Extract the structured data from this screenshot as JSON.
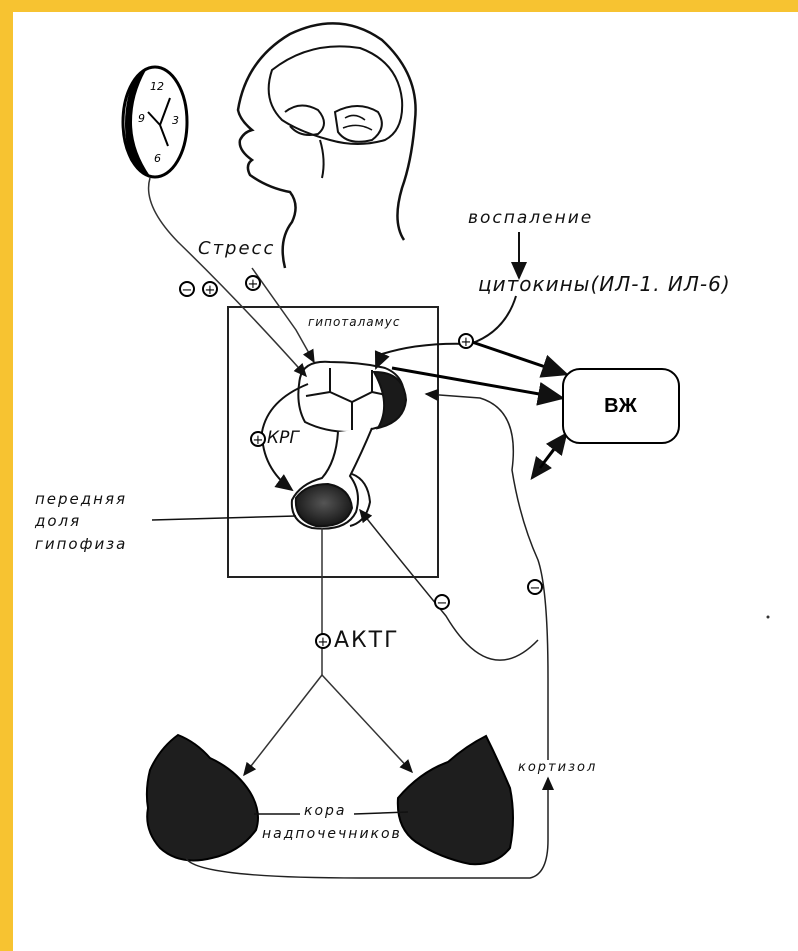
{
  "colors": {
    "frame": "#F7C331",
    "ink": "#1a1a1a"
  },
  "labels": {
    "stress": "Стресс",
    "inflammation": "воспаление",
    "cytokines": "цитокины(ИЛ-1. ИЛ-6)",
    "hypothalamus": "гипоталамус",
    "vzh": "ВЖ",
    "crh": "КРГ",
    "pituitary_line1": "передняя",
    "pituitary_line2": "доля",
    "pituitary_line3": "гипофиза",
    "acth": "АКТГ",
    "cortisol": "кортизол",
    "cortex_line1": "кора",
    "cortex_line2": "надпочечников"
  },
  "clock": {
    "numbers": [
      "12",
      "3",
      "6",
      "9"
    ]
  },
  "signs": {
    "minus": "−",
    "plus": "+"
  }
}
